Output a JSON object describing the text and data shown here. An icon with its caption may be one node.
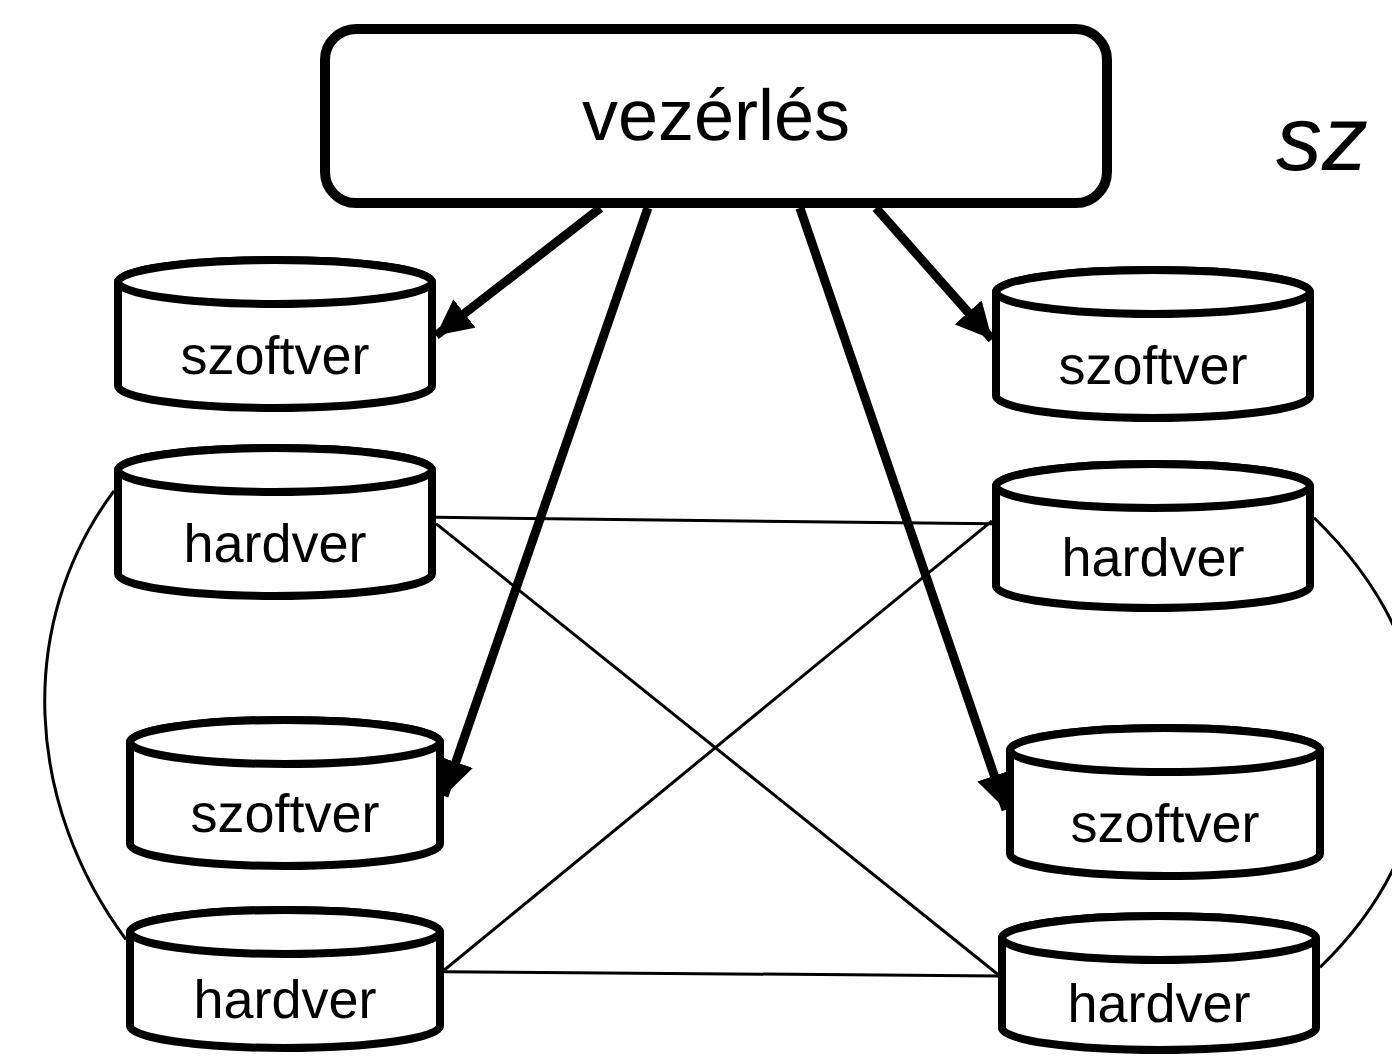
{
  "diagram": {
    "nodes": [
      {
        "text": [
          "vezérlés"
        ]
      },
      {
        "text": [
          "szoftver"
        ]
      },
      {
        "text": [
          "szoftver"
        ]
      },
      {
        "text": [
          "hardver"
        ]
      },
      {
        "text": [
          "hardver"
        ]
      },
      {
        "text": [
          "szoftver"
        ]
      },
      {
        "text": [
          "szoftver"
        ]
      },
      {
        "text": [
          "hardver"
        ]
      },
      {
        "text": [
          "hardver"
        ]
      }
    ],
    "edges": [
      {
        "from": 0,
        "to": 1,
        "arrow": "to",
        "style": "thick"
      },
      {
        "from": 0,
        "to": 2,
        "arrow": "to",
        "style": "thick"
      },
      {
        "from": 0,
        "to": 5,
        "arrow": "to",
        "style": "thick"
      },
      {
        "from": 0,
        "to": 6,
        "arrow": "to",
        "style": "thick"
      },
      {
        "from": 3,
        "to": 4,
        "arrow": "none"
      },
      {
        "from": 3,
        "to": 8,
        "arrow": "none"
      },
      {
        "from": 4,
        "to": 7,
        "arrow": "none"
      },
      {
        "from": 7,
        "to": 8,
        "arrow": "none"
      },
      {
        "from": 3,
        "to": 7,
        "arrow": "none"
      },
      {
        "from": 4,
        "to": 8,
        "arrow": "none"
      }
    ],
    "labels": [
      "sz"
    ]
  }
}
